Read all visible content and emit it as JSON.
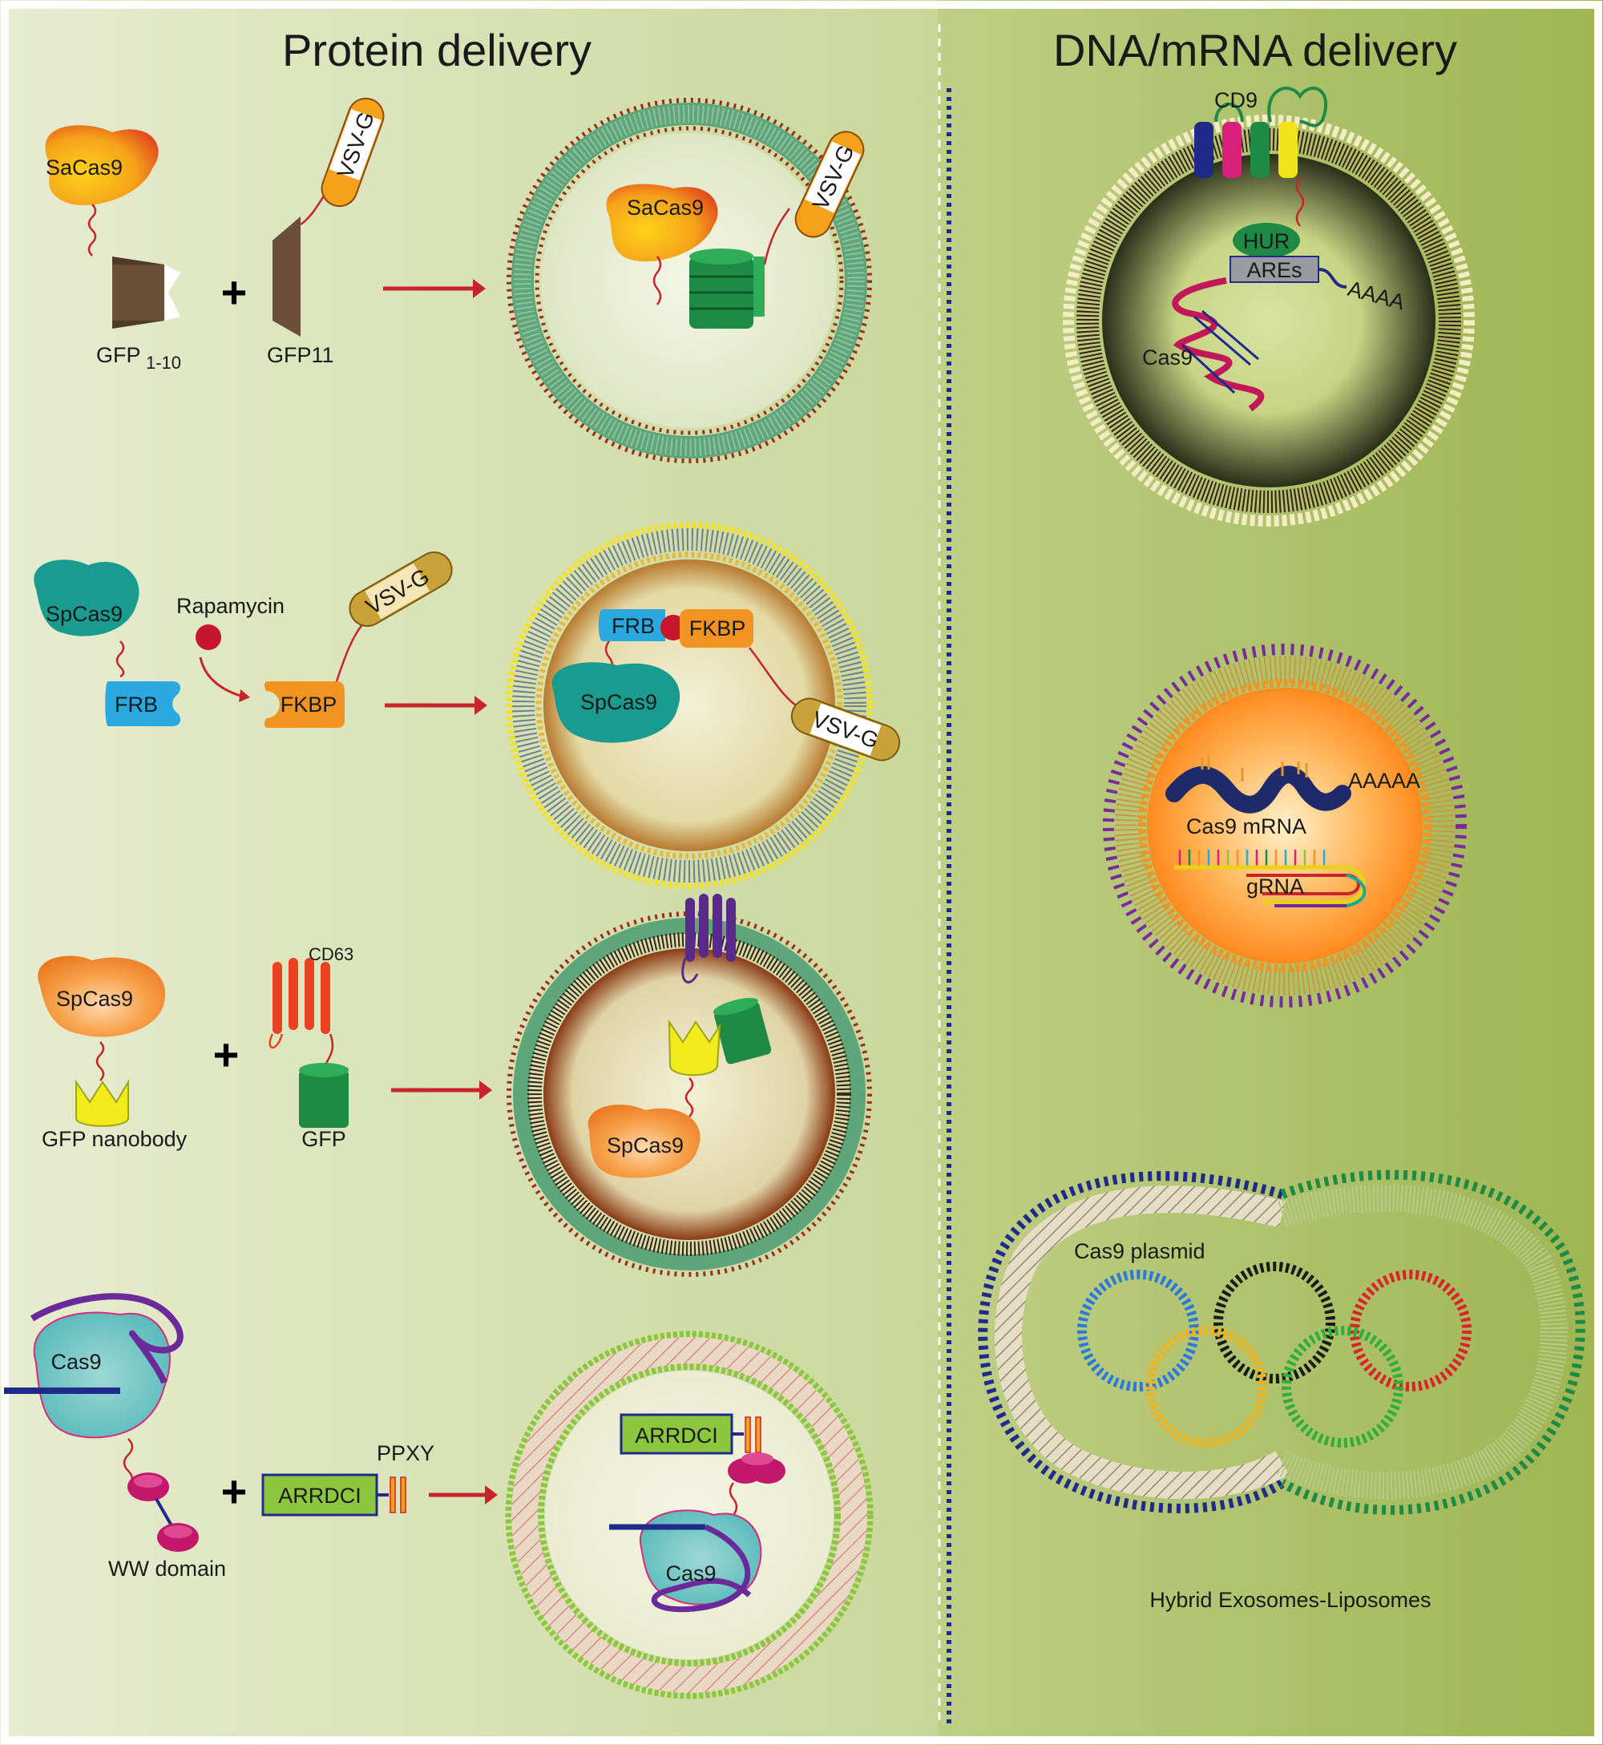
{
  "panels": {
    "protein": {
      "title": "Protein delivery"
    },
    "nucleic": {
      "title": "DNA/mRNA delivery"
    }
  },
  "row1": {
    "sacas9": "SaCas9",
    "vsvg": "VSV-G",
    "gfp_main": "GFP",
    "gfp_sub": "1-10",
    "gfp11": "GFP11",
    "plus": "+"
  },
  "row2": {
    "spcas9": "SpCas9",
    "rapamycin": "Rapamycin",
    "frb": "FRB",
    "fkbp": "FKBP",
    "vsvg": "VSV-G"
  },
  "row3": {
    "spcas9": "SpCas9",
    "cd63": "CD63",
    "nanobody": "GFP nanobody",
    "gfp": "GFP",
    "plus": "+"
  },
  "row4": {
    "cas9": "Cas9",
    "ppxy": "PPXY",
    "arrdc": "ARRDCI",
    "ww": "WW domain",
    "plus": "+"
  },
  "dna": {
    "cd9": "CD9",
    "hur": "HUR",
    "ares": "AREs",
    "polya": "AAAA",
    "cas9": "Cas9",
    "mrna": "Cas9 mRNA",
    "polya5": "AAAAA",
    "grna": "gRNA",
    "plasmid": "Cas9 plasmid",
    "hybrid": "Hybrid Exosomes-Liposomes"
  },
  "colors": {
    "arrow": "#c8242c",
    "cas9_teal": "#1a9b8f",
    "gfp_green": "#1f8a45",
    "frb_blue": "#2aa8e0",
    "fkbp_orange": "#f29322",
    "arrdc_green": "#8cc63f"
  }
}
